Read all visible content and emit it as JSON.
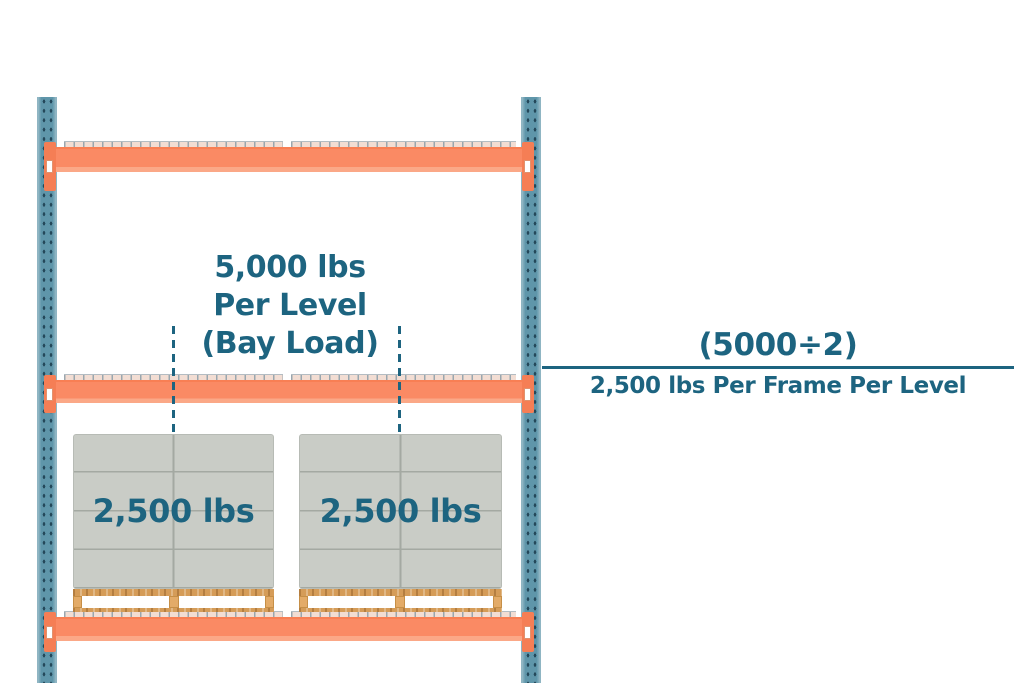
{
  "diagram": {
    "bay_load_label": {
      "line1": "5,000 lbs",
      "line2": "Per Level",
      "line3": "(Bay Load)"
    },
    "pallets": [
      {
        "load_label": "2,500 lbs"
      },
      {
        "load_label": "2,500 lbs"
      }
    ],
    "formula": {
      "numerator": "(5000÷2)",
      "denominator": "2,500 lbs Per Frame Per Level"
    },
    "colors": {
      "label_teal": "#1d6480",
      "upright_teal": "#5f96aa",
      "beam_orange": "#fa8a64",
      "box_gray": "#c9ccc6",
      "pallet_wood": "#d59c58"
    }
  }
}
